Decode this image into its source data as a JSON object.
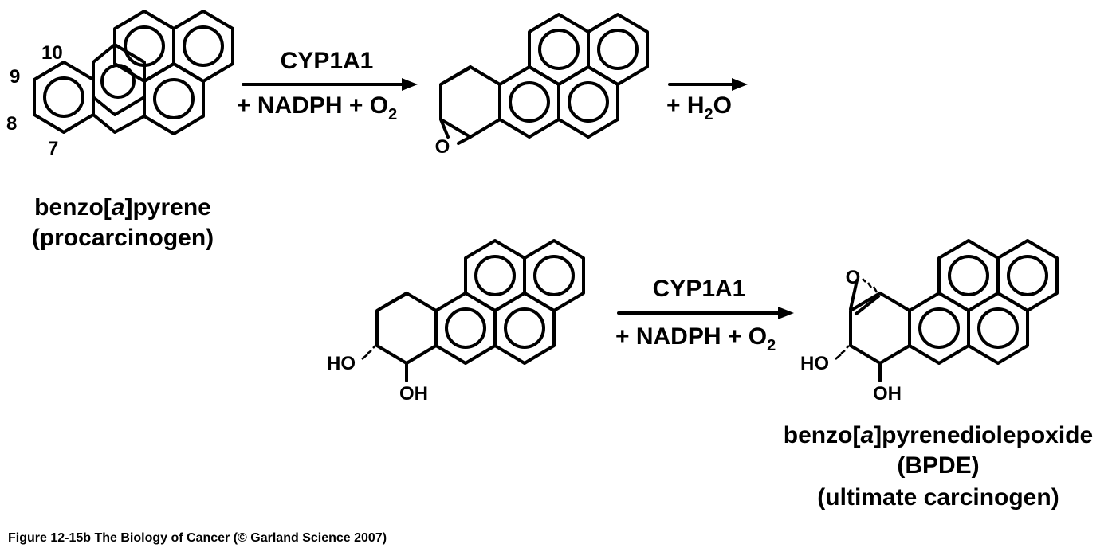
{
  "colors": {
    "ink": "#000000",
    "background": "#ffffff"
  },
  "structures": {
    "benzopyrene": {
      "name_line1": "benzo[",
      "name_italic": "a",
      "name_line1_end": "]pyrene",
      "name_line2": "(procarcinogen)",
      "positions": [
        "10",
        "9",
        "8",
        "7"
      ]
    },
    "epoxide": {
      "oxygen": "O"
    },
    "diol": {
      "ho": "HO",
      "oh": "OH"
    },
    "bpde": {
      "oxygen": "O",
      "ho": "HO",
      "oh": "OH",
      "name_line1": "benzo[",
      "name_italic": "a",
      "name_line1_end": "]pyrenediolepoxide",
      "name_line2": "(BPDE)",
      "name_line3": "(ultimate carcinogen)"
    }
  },
  "reactions": {
    "step1": {
      "enzyme": "CYP1A1",
      "cofactors": "+ NADPH + O",
      "subscript": "2"
    },
    "step2": {
      "reagent": "+ H",
      "subscript": "2",
      "reagent_end": "O"
    },
    "step3": {
      "enzyme": "CYP1A1",
      "cofactors": "+ NADPH + O",
      "subscript": "2"
    }
  },
  "caption": "Figure 12-15b  The Biology of Cancer (© Garland Science 2007)"
}
